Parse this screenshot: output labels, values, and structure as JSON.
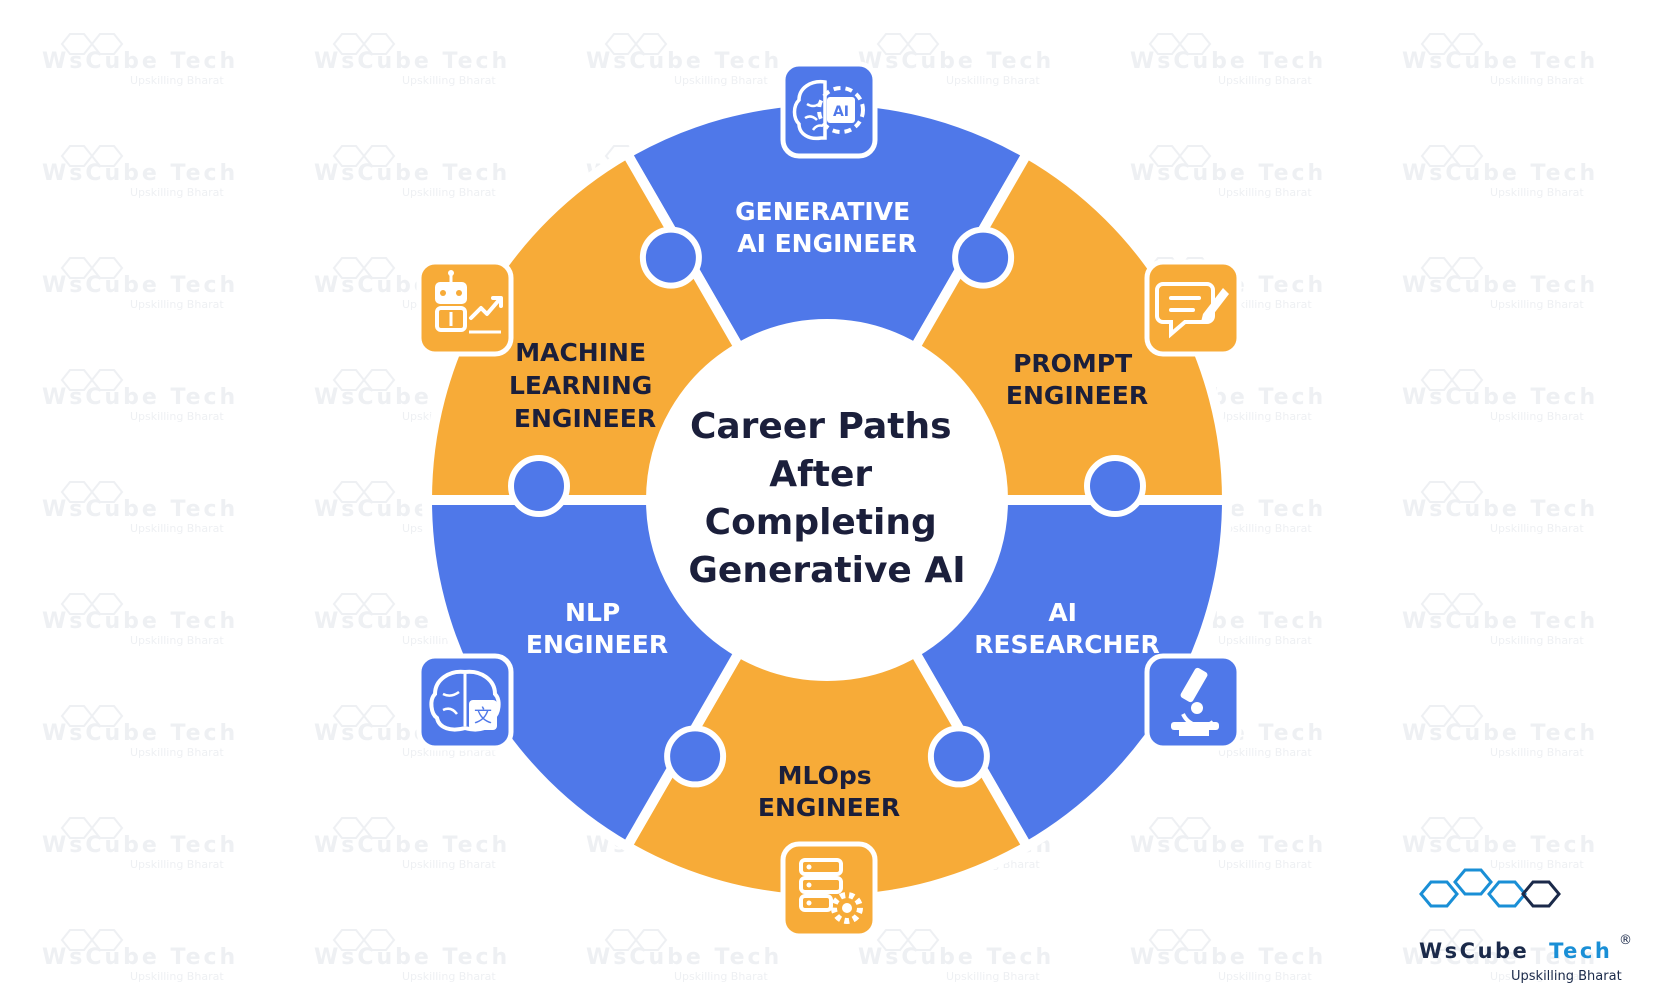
{
  "diagram": {
    "center_title": [
      "Career Paths",
      "After",
      "Completing",
      "Generative AI"
    ],
    "segments": [
      {
        "id": "generative-ai-engineer",
        "lines": [
          "GENERATIVE",
          "AI ENGINEER"
        ],
        "color": "blue",
        "icon": "ai-brain-gear-icon"
      },
      {
        "id": "prompt-engineer",
        "lines": [
          "PROMPT",
          "ENGINEER"
        ],
        "color": "orange",
        "icon": "chat-pencil-icon"
      },
      {
        "id": "ai-researcher",
        "lines": [
          "AI",
          "RESEARCHER"
        ],
        "color": "blue",
        "icon": "microscope-icon"
      },
      {
        "id": "mlops-engineer",
        "lines": [
          "MLOps",
          "ENGINEER"
        ],
        "color": "orange",
        "icon": "server-gear-icon"
      },
      {
        "id": "nlp-engineer",
        "lines": [
          "NLP",
          "ENGINEER"
        ],
        "color": "blue",
        "icon": "brain-translate-icon"
      },
      {
        "id": "machine-learning-engineer",
        "lines": [
          "MACHINE",
          "LEARNING",
          "ENGINEER"
        ],
        "color": "orange",
        "icon": "robot-chart-icon"
      }
    ]
  },
  "logo": {
    "brand_word": "WsCube",
    "brand_tech": "Tech",
    "registered": "®",
    "tagline": "Upskilling Bharat"
  },
  "watermark": {
    "brand": "WsCube Tech",
    "tagline": "Upskilling Bharat"
  },
  "colors": {
    "blue": "#4f78e9",
    "orange": "#f7ab38",
    "dark_text": "#1b1f3b",
    "white": "#ffffff",
    "logo_blue": "#1a8fd6"
  }
}
